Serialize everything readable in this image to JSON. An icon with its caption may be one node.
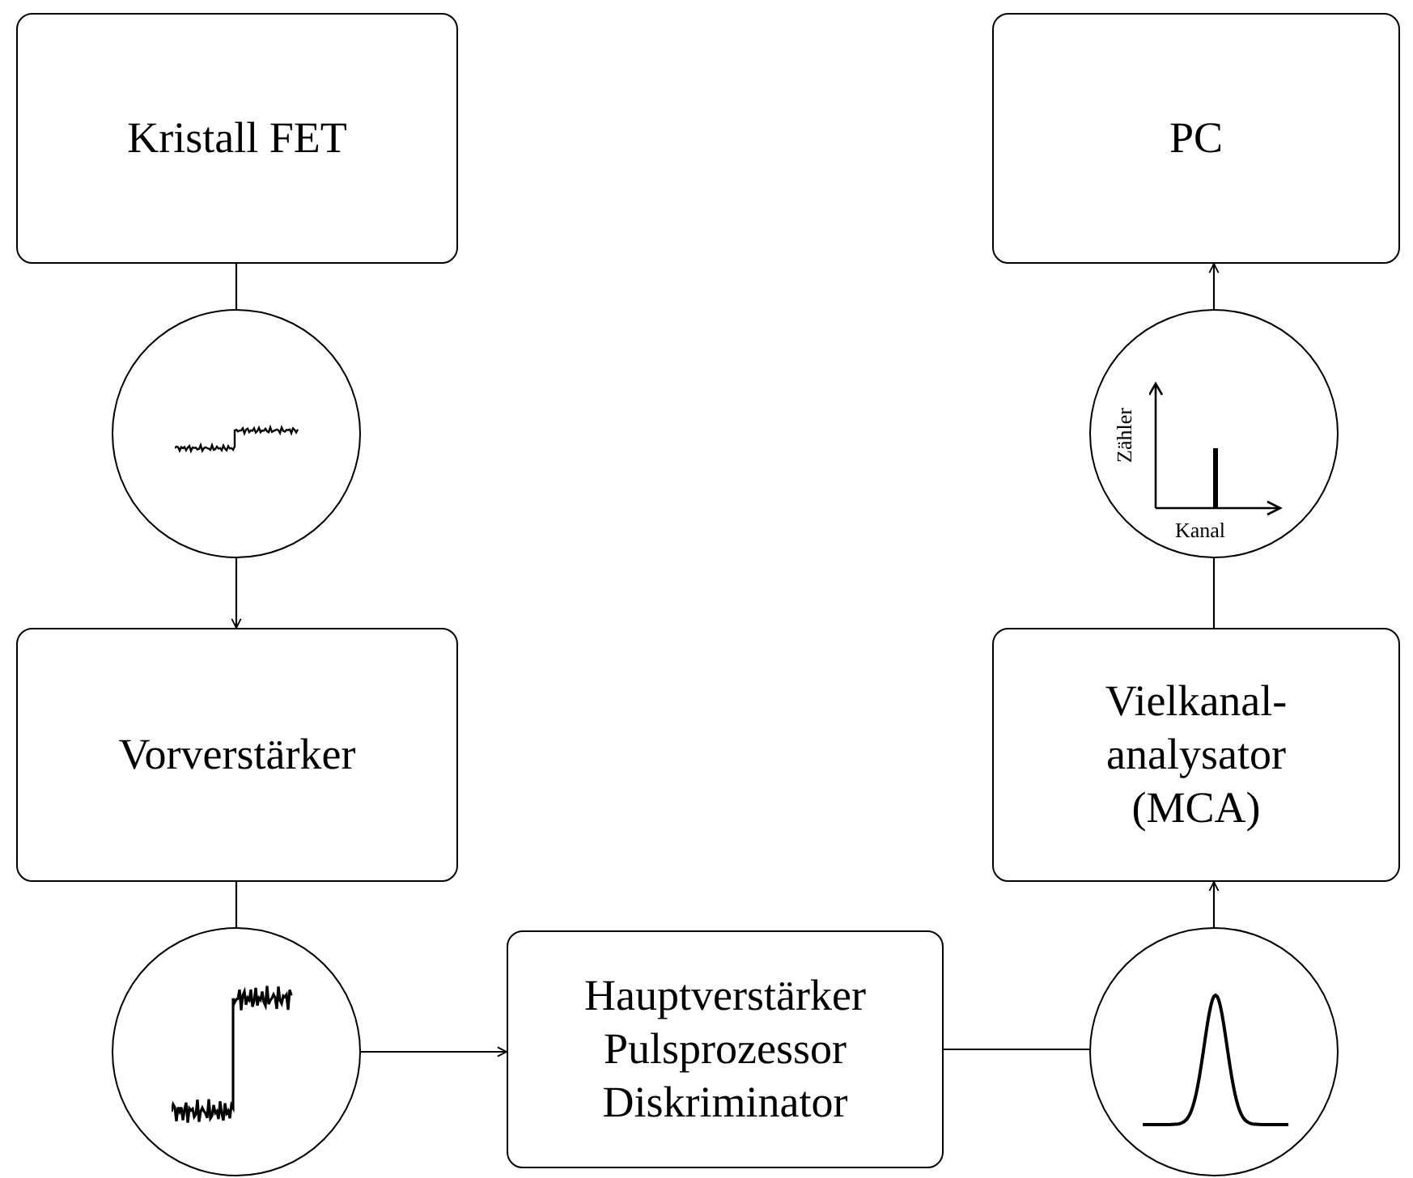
{
  "diagram": {
    "nodes": [
      {
        "text": [
          "Kristall FET"
        ]
      },
      {
        "text": [],
        "shape": "circle"
      },
      {
        "text": [
          "Vorverstärker"
        ]
      },
      {
        "text": [],
        "shape": "circle"
      },
      {
        "text": [
          "Hauptverstärker Pulsprozessor Diskriminator"
        ]
      },
      {
        "text": [],
        "shape": "circle"
      },
      {
        "text": [
          "Vielkanal- analysator (MCA)"
        ]
      },
      {
        "text": [
          "Zähler",
          "Kanal"
        ]
      },
      {
        "text": [
          "PC"
        ]
      }
    ],
    "edges": [
      {
        "from": 0,
        "to": 1,
        "arrow": "none"
      },
      {
        "from": 1,
        "to": 2,
        "arrow": "to"
      },
      {
        "from": 2,
        "to": 3,
        "arrow": "none"
      },
      {
        "from": 3,
        "to": 4,
        "arrow": "to"
      },
      {
        "from": 4,
        "to": 5,
        "arrow": "none"
      },
      {
        "from": 5,
        "to": 6,
        "arrow": "to"
      },
      {
        "from": 6,
        "to": 7,
        "arrow": "none"
      },
      {
        "from": 7,
        "to": 8,
        "arrow": "to"
      }
    ]
  }
}
